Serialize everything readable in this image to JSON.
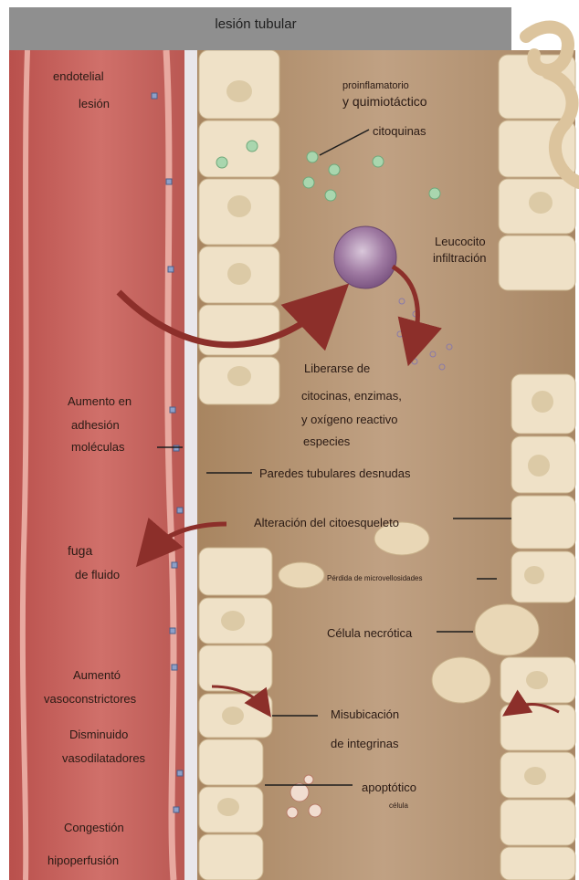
{
  "header": {
    "title": "lesión tubular"
  },
  "labels": {
    "endotelial": "endotelial",
    "lesion": "lesión",
    "proinflamatorio": "proinflamatorio",
    "quimiotactico": "y quimiotáctico",
    "citoquinas": "citoquinas",
    "leucocito": "Leucocito",
    "infiltracion": "infiltración",
    "liberarse_1": "Liberarse de",
    "liberarse_2": "citocinas, enzimas,",
    "liberarse_3": "y oxígeno reactivo",
    "liberarse_4": "especies",
    "aumento_1": "Aumento en",
    "aumento_2": "adhesión",
    "aumento_3": "moléculas",
    "paredes": "Paredes tubulares desnudas",
    "alteracion": "Alteración del citoesqueleto",
    "fuga_1": "fuga",
    "fuga_2": "de fluido",
    "perdida": "Pérdida de microvellosidades",
    "necrotica": "Célula necrótica",
    "aumento_vaso_1": "Aumentó",
    "aumento_vaso_2": "vasoconstrictores",
    "misubicacion_1": "Misubicación",
    "misubicacion_2": "de integrinas",
    "disminuido_1": "Disminuido",
    "disminuido_2": "vasodilatadores",
    "apoptotico": "apoptótico",
    "celula": "célula",
    "congestion": "Congestión",
    "hipoperfusion": "hipoperfusión"
  },
  "colors": {
    "header_bg": "#8f8f8f",
    "vessel": "#c8625e",
    "vessel_edge": "#e9b2a7",
    "lumen": "#b59679",
    "cell": "#efe1c7",
    "nucleus": "#dccaa6",
    "arrow": "#8c2f2a"
  }
}
